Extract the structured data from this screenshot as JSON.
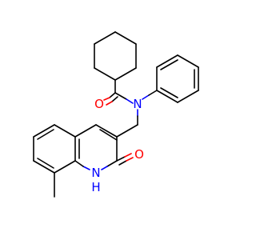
{
  "molecule": {
    "atoms": {
      "carbonyl_oxygen": "O",
      "amide_nitrogen": "N",
      "lactam_oxygen": "O",
      "ring_nitrogen": "N",
      "ring_nh_hydrogen": "H"
    },
    "colors": {
      "bond": "#000000",
      "oxygen": "#ff0000",
      "nitrogen": "#0000ff",
      "background": "#ffffff"
    }
  }
}
